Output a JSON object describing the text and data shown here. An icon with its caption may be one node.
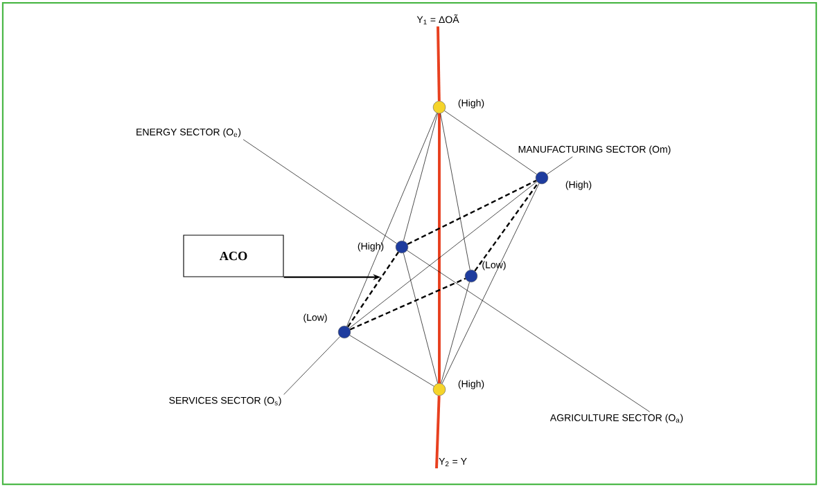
{
  "diagram": {
    "nodes": [
      {
        "text": [
          "Y$_{1}$ = ΔOÃ"
        ]
      },
      {
        "text": [],
        "shape": "circle",
        "beside": [
          "(High)"
        ]
      },
      {
        "text": [
          "ENERGY SECTOR (O$_{e}$)"
        ]
      },
      {
        "text": [
          "MANUFACTURING SECTOR (Om)"
        ]
      },
      {
        "text": [],
        "shape": "circle",
        "beside": [
          "(High)"
        ]
      },
      {
        "text": [
          "ACO"
        ]
      },
      {
        "text": [],
        "shape": "circle",
        "beside": [
          "(High)"
        ]
      },
      {
        "text": [],
        "shape": "circle",
        "beside": [
          "(Low)"
        ]
      },
      {
        "text": [],
        "shape": "circle",
        "beside": [
          "(Low)"
        ]
      },
      {
        "text": [],
        "shape": "circle",
        "beside": [
          "(High)"
        ]
      },
      {
        "text": [
          "SERVICES SECTOR (O$_{s}$)"
        ]
      },
      {
        "text": [
          "AGRICULTURE SECTOR (O$_{a}$)"
        ]
      },
      {
        "text": [
          "Y$_{2}$ = Y"
        ]
      }
    ],
    "edges": [
      {
        "from": 0,
        "to": 1,
        "arrow": "none",
        "style": "thick",
        "color": "#e8401f"
      },
      {
        "from": 1,
        "to": 9,
        "arrow": "none",
        "style": "thick",
        "color": "#e8401f"
      },
      {
        "from": 9,
        "to": 12,
        "arrow": "none",
        "style": "thick",
        "color": "#e8401f"
      },
      {
        "from": 2,
        "to": 6,
        "arrow": "none"
      },
      {
        "from": 6,
        "to": 11,
        "arrow": "none"
      },
      {
        "from": 4,
        "to": 3,
        "arrow": "none"
      },
      {
        "from": 10,
        "to": 8,
        "arrow": "none"
      },
      {
        "from": 8,
        "to": 4,
        "arrow": "none"
      },
      {
        "from": 1,
        "to": 8,
        "arrow": "none"
      },
      {
        "from": 1,
        "to": 6,
        "arrow": "none"
      },
      {
        "from": 1,
        "to": 7,
        "arrow": "none"
      },
      {
        "from": 1,
        "to": 4,
        "arrow": "none"
      },
      {
        "from": 9,
        "to": 8,
        "arrow": "none"
      },
      {
        "from": 9,
        "to": 6,
        "arrow": "none"
      },
      {
        "from": 9,
        "to": 7,
        "arrow": "none"
      },
      {
        "from": 9,
        "to": 4,
        "arrow": "none"
      },
      {
        "from": 8,
        "to": 6,
        "arrow": "none",
        "style": "dashed"
      },
      {
        "from": 8,
        "to": 7,
        "arrow": "none",
        "style": "dashed"
      },
      {
        "from": 6,
        "to": 4,
        "arrow": "none",
        "style": "dashed"
      },
      {
        "from": 7,
        "to": 4,
        "arrow": "none",
        "style": "dashed"
      },
      {
        "from": 5,
        "to": null,
        "arrow": "to"
      }
    ]
  }
}
